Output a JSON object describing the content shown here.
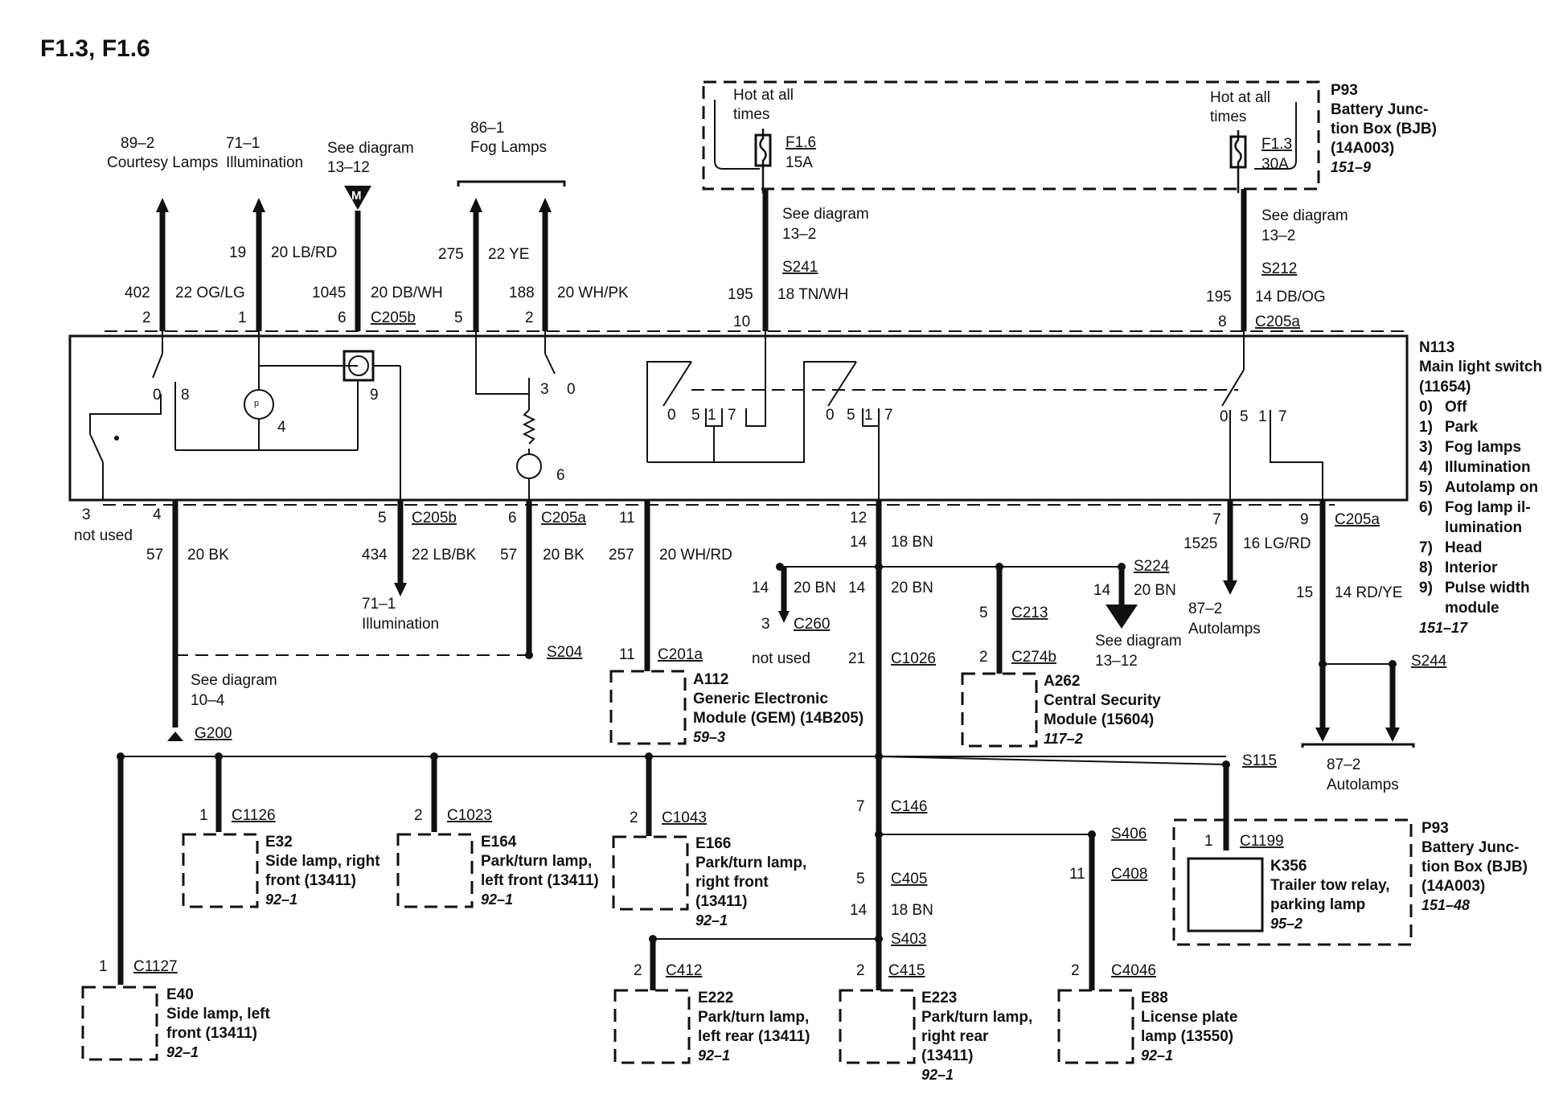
{
  "page_title": "F1.3, F1.6",
  "top_refs": {
    "courtesy": {
      "code": "89–2",
      "name": "Courtesy Lamps"
    },
    "illum": {
      "code": "71–1",
      "name": "Illumination"
    },
    "see13_12": {
      "l1": "See diagram",
      "l2": "13–12",
      "tag": "M"
    },
    "fog": {
      "code": "86–1",
      "name": "Fog Lamps"
    }
  },
  "bjb_top": {
    "hot_left": [
      "Hot at all",
      "times"
    ],
    "hot_right": [
      "Hot at all",
      "times"
    ],
    "fuse_left": {
      "name": "F1.6",
      "amps": "15A"
    },
    "fuse_right": {
      "name": "F1.3",
      "amps": "30A"
    },
    "label": [
      "P93",
      "Battery Junc-",
      "tion Box (BJB)",
      "(14A003)"
    ],
    "ref": "151–9"
  },
  "switch_label": [
    "N113",
    "Main light switch",
    "(11654)"
  ],
  "switch_positions": [
    {
      "n": "0)",
      "t": "Off"
    },
    {
      "n": "1)",
      "t": "Park"
    },
    {
      "n": "3)",
      "t": "Fog lamps"
    },
    {
      "n": "4)",
      "t": "Illumination"
    },
    {
      "n": "5)",
      "t": "Autolamp on"
    },
    {
      "n": "6)",
      "t": "Fog lamp il-"
    },
    {
      "n": "",
      "t": "lumination"
    },
    {
      "n": "7)",
      "t": "Head"
    },
    {
      "n": "8)",
      "t": "Interior"
    },
    {
      "n": "9)",
      "t": "Pulse width"
    },
    {
      "n": "",
      "t": "module"
    }
  ],
  "switch_ref": "151–17",
  "top_wires": [
    {
      "circuit": "402",
      "color": "22 OG/LG",
      "pin": "2"
    },
    {
      "circuit": "19",
      "color": "20 LB/RD",
      "pin": "1"
    },
    {
      "circuit": "1045",
      "color": "20 DB/WH",
      "pin": "6",
      "conn": "C205b"
    },
    {
      "circuit": "275",
      "color": "22 YE",
      "pin": "5"
    },
    {
      "circuit": "188",
      "color": "20 WH/PK",
      "pin": "2"
    },
    {
      "circuit": "195",
      "color": "18 TN/WH",
      "pin": "10",
      "splice": "S241",
      "see": [
        "See diagram",
        "13–2"
      ]
    },
    {
      "circuit": "195",
      "color": "14 DB/OG",
      "pin": "8",
      "conn": "C205a",
      "splice": "S212",
      "see": [
        "See diagram",
        "13–2"
      ]
    }
  ],
  "switch_internal": [
    "0",
    "8",
    "4",
    "9",
    "3",
    "0",
    "6",
    "0",
    "5",
    "1",
    "7",
    "0",
    "5",
    "1",
    "7",
    "0",
    "5",
    "1",
    "7"
  ],
  "bottom_wires": {
    "p3": {
      "pin": "3",
      "note": "not used"
    },
    "p4": {
      "pin": "4",
      "circuit": "57",
      "color": "20 BK"
    },
    "p5": {
      "pin": "5",
      "conn": "C205b",
      "circuit": "434",
      "color": "22 LB/BK",
      "ref": [
        "71–1",
        "Illumination"
      ]
    },
    "p6": {
      "pin": "6",
      "conn": "C205a",
      "circuit": "57",
      "color": "20 BK",
      "splice": "S204"
    },
    "p11": {
      "pin": "11",
      "circuit": "257",
      "color": "20 WH/RD",
      "pin2": "11",
      "conn": "C201a"
    },
    "p12": {
      "pin": "12",
      "circuit": "14",
      "color": "18 BN"
    },
    "p7": {
      "pin": "7",
      "circuit": "1525",
      "color": "16 LG/RD",
      "ref": [
        "87–2",
        "Autolamps"
      ]
    },
    "p9": {
      "pin": "9",
      "conn": "C205a",
      "circuit": "15",
      "color": "14 RD/YE",
      "splice": "S244"
    },
    "ground": {
      "see": [
        "See diagram",
        "10–4"
      ],
      "name": "G200"
    }
  },
  "mid": {
    "c260": {
      "circuit": "14",
      "color": "20 BN",
      "pin": "3",
      "conn": "C260",
      "note": "not used"
    },
    "c1026": {
      "circuit": "14",
      "color": "20 BN",
      "pin": "21",
      "conn": "C1026"
    },
    "c213": {
      "pin": "5",
      "conn": "C213",
      "pin2": "2",
      "conn2": "C274b"
    },
    "s224": {
      "splice": "S224",
      "circuit": "14",
      "color": "20 BN",
      "see": [
        "See diagram",
        "13–12"
      ]
    },
    "autolamps2": [
      "87–2",
      "Autolamps"
    ]
  },
  "modules": {
    "a112": {
      "id": "A112",
      "l1": "Generic Electronic",
      "l2": "Module (GEM) (14B205)",
      "ref": "59–3"
    },
    "a262": {
      "id": "A262",
      "l1": "Central Security",
      "l2": "Module (15604)",
      "ref": "117–2"
    }
  },
  "lower": {
    "s115": "S115",
    "c146": {
      "pin": "7",
      "conn": "C146"
    },
    "s406": "S406",
    "c405": {
      "pin": "5",
      "conn": "C405",
      "circuit": "14",
      "color": "18 BN"
    },
    "s403": "S403",
    "c408": {
      "pin": "11",
      "conn": "C408"
    }
  },
  "loads": [
    {
      "pin": "1",
      "conn": "C1127",
      "id": "E40",
      "l1": "Side lamp, left",
      "l2": "front (13411)",
      "l3": "",
      "ref": "92–1"
    },
    {
      "pin": "1",
      "conn": "C1126",
      "id": "E32",
      "l1": "Side lamp, right",
      "l2": "front (13411)",
      "l3": "",
      "ref": "92–1"
    },
    {
      "pin": "2",
      "conn": "C1023",
      "id": "E164",
      "l1": "Park/turn lamp,",
      "l2": "left front (13411)",
      "l3": "",
      "ref": "92–1"
    },
    {
      "pin": "2",
      "conn": "C1043",
      "id": "E166",
      "l1": "Park/turn lamp,",
      "l2": "right front",
      "l3": "(13411)",
      "ref": "92–1"
    },
    {
      "pin": "2",
      "conn": "C412",
      "id": "E222",
      "l1": "Park/turn lamp,",
      "l2": "left rear (13411)",
      "l3": "",
      "ref": "92–1"
    },
    {
      "pin": "2",
      "conn": "C415",
      "id": "E223",
      "l1": "Park/turn lamp,",
      "l2": "right rear",
      "l3": "(13411)",
      "ref": "92–1"
    },
    {
      "pin": "2",
      "conn": "C4046",
      "id": "E88",
      "l1": "License plate",
      "l2": "lamp (13550)",
      "l3": "",
      "ref": "92–1"
    }
  ],
  "bjb_bottom": {
    "pin": "1",
    "conn": "C1199",
    "id": "K356",
    "l1": "Trailer tow relay,",
    "l2": "parking lamp",
    "ref": "95–2",
    "label": [
      "P93",
      "Battery Junc-",
      "tion Box (BJB)",
      "(14A003)"
    ],
    "ref2": "151–48"
  }
}
